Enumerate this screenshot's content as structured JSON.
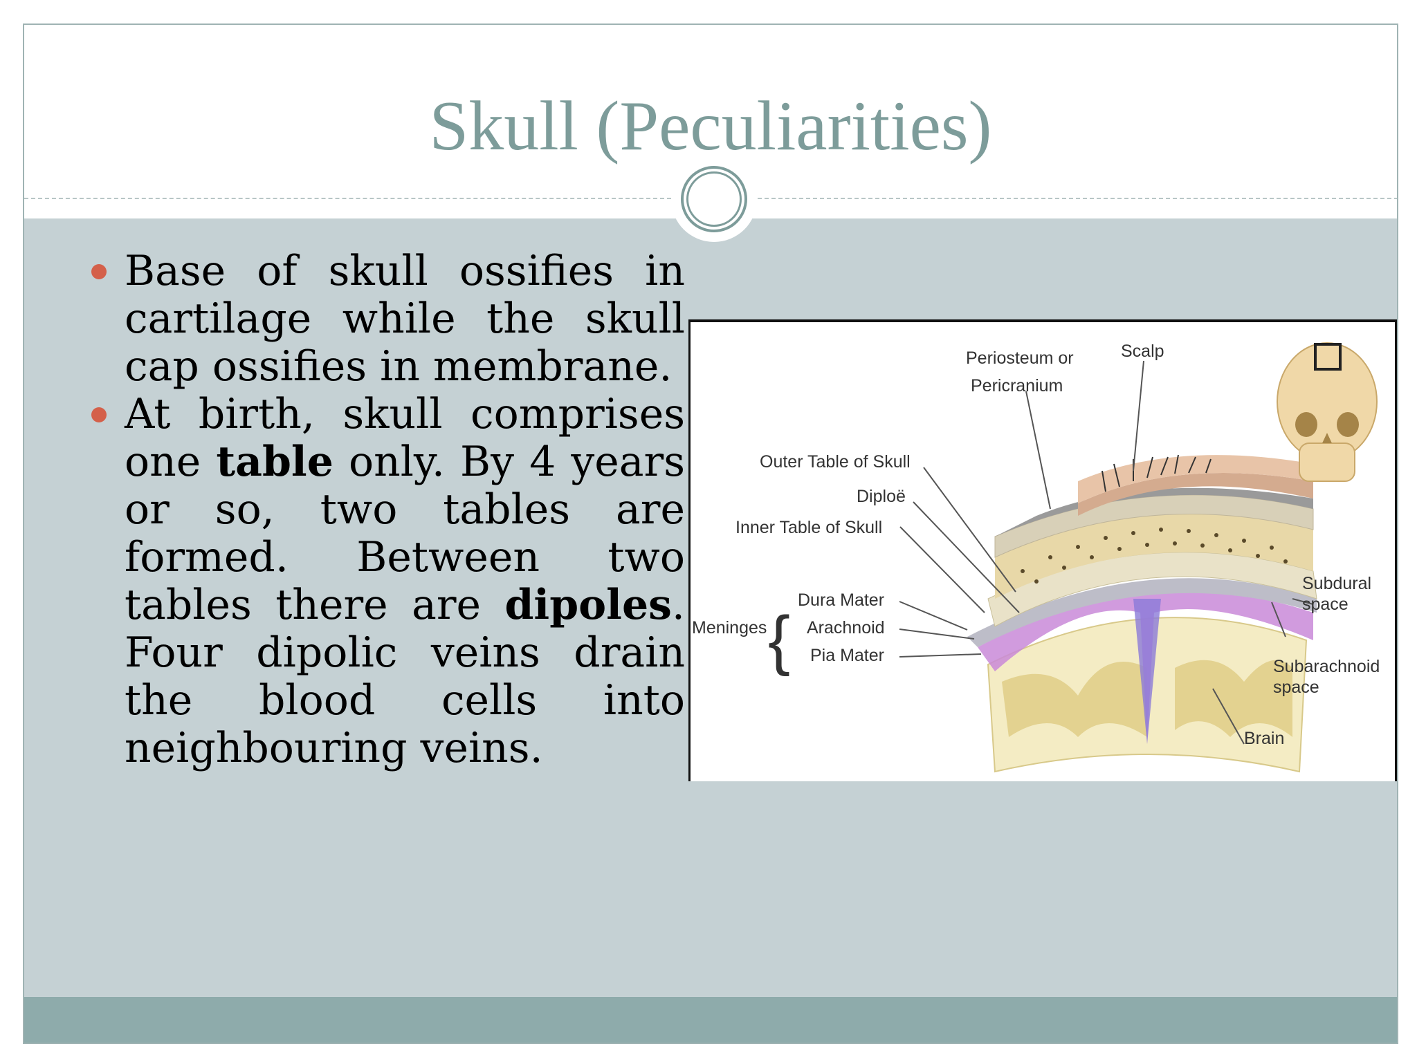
{
  "slide": {
    "title": "Skull (Peculiarities)",
    "bullets": [
      {
        "parts": [
          {
            "text": "Base of skull ossifies in cartilage while the skull cap ossifies in membrane.",
            "bold": false
          }
        ]
      },
      {
        "parts": [
          {
            "text": "At birth, skull comprises one ",
            "bold": false
          },
          {
            "text": "table",
            "bold": true
          },
          {
            "text": " only. By 4 years or so, two tables are formed. Between two tables there are ",
            "bold": false
          },
          {
            "text": "dipoles",
            "bold": true
          },
          {
            "text": ". Four dipolic veins drain the blood cells into neighbouring veins.",
            "bold": false
          }
        ]
      }
    ]
  },
  "figure": {
    "labels": {
      "periosteum_line1": "Periosteum or",
      "periosteum_line2": "Pericranium",
      "scalp": "Scalp",
      "outer_table": "Outer Table of Skull",
      "diploe": "Diploë",
      "inner_table": "Inner Table of Skull",
      "meninges": "Meninges",
      "dura_mater": "Dura Mater",
      "arachnoid": "Arachnoid",
      "pia_mater": "Pia Mater",
      "subdural_line1": "Subdural",
      "subdural_line2": "space",
      "subarachnoid_line1": "Subarachnoid",
      "subarachnoid_line2": "space",
      "brain": "Brain"
    }
  },
  "colors": {
    "title": "#7d9c9a",
    "content_band": "#c5d1d4",
    "footer_band": "#8eabab",
    "bullet": "#d4604a"
  }
}
